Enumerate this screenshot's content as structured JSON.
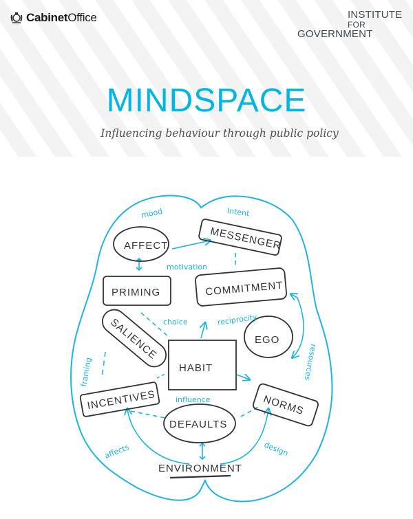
{
  "header": {
    "left_logo": {
      "bold": "Cabinet",
      "regular": "Office",
      "icon": "royal-crest-icon"
    },
    "right_logo": {
      "line1": "INSTITUTE",
      "line2": "FOR",
      "line3": "GOVERNMENT"
    },
    "title": "MINDSPACE",
    "subtitle": "Influencing behaviour through public policy"
  },
  "colors": {
    "accent": "#00b5e2",
    "ink": "#2f3337",
    "stripe": "#f3f3f3"
  },
  "diagram": {
    "nodes": {
      "affect": "AFFECT",
      "messenger": "MESSENGER",
      "priming": "PRIMING",
      "commitment": "COMMITMENT",
      "salience": "SALIENCE",
      "ego": "EGO",
      "habit": "HABIT",
      "incentives": "INCENTIVES",
      "norms": "NORMS",
      "defaults": "DEFAULTS",
      "environment": "ENVIRONMENT"
    },
    "links": {
      "mood": "mood",
      "intent": "Intent",
      "motivation": "motivation",
      "choice": "choice",
      "reciprocity": "reciprocity",
      "framing": "framing",
      "resources": "resources",
      "influence": "influence",
      "affects": "affects",
      "design": "design"
    }
  }
}
